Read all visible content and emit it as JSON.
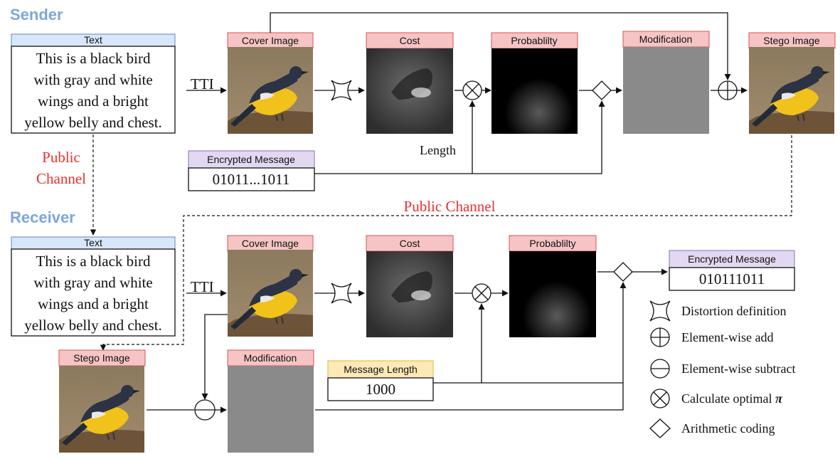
{
  "colors": {
    "role_label": "#7ea6dc",
    "public_channel": "#e8312f",
    "text_header": "#d8e6fb",
    "image_header": "#f6c4c4",
    "message_header": "#e2d8f1",
    "length_header": "#fde9b6"
  },
  "sender": {
    "label": "Sender",
    "text_header": "Text",
    "text_lines": [
      "This is a black bird",
      "with gray and white",
      "wings and a bright",
      "yellow belly and chest."
    ],
    "tti_label": "TTI",
    "cover_header": "Cover Image",
    "cost_header": "Cost",
    "prob_header": "Probablilty",
    "mod_header": "Modification",
    "stego_header": "Stego Image",
    "length_label": "Length",
    "msg_header": "Encrypted Message",
    "msg_value": "01011...1011"
  },
  "channel": {
    "vertical_line1": "Public",
    "vertical_line2": "Channel",
    "horizontal": "Public Channel"
  },
  "receiver": {
    "label": "Receiver",
    "text_header": "Text",
    "text_lines": [
      "This is a black bird",
      "with gray and white",
      "wings and a bright",
      "yellow belly and chest."
    ],
    "tti_label": "TTI",
    "cover_header": "Cover Image",
    "cost_header": "Cost",
    "prob_header": "Probablilty",
    "stego_header": "Stego Image",
    "mod_header": "Modification",
    "len_header": "Message Length",
    "len_value": "1000",
    "out_header": "Encrypted Message",
    "out_value": "010111011"
  },
  "legend": [
    {
      "icon": "distortion-icon",
      "label": "Distortion definition"
    },
    {
      "icon": "element-add-icon",
      "label": "Element-wise add"
    },
    {
      "icon": "element-subtract-icon",
      "label": "Element-wise subtract"
    },
    {
      "icon": "optimal-pi-icon",
      "label": "Calculate optimal",
      "symbol": "π"
    },
    {
      "icon": "arithmetic-coding-icon",
      "label": "Arithmetic coding"
    }
  ]
}
